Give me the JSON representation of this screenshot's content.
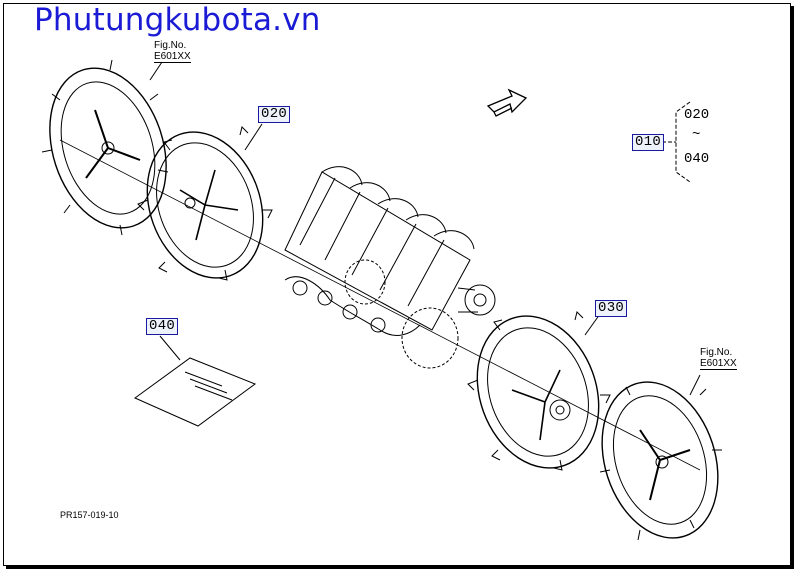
{
  "watermark": "Phutungkubota.vn",
  "labels": {
    "part_010": "010",
    "part_020": "020",
    "part_030": "030",
    "part_040": "040",
    "range_start": "020",
    "range_tilde": "~",
    "range_end": "040"
  },
  "fig_refs": [
    {
      "caption": "Fig.No.",
      "code": "E601XX"
    },
    {
      "caption": "Fig.No.",
      "code": "E601XX"
    }
  ],
  "drawing_number": "PR157-019-10",
  "colors": {
    "watermark": "#1b1bd6",
    "label_box": "#1a1aa0",
    "line": "#000000"
  }
}
